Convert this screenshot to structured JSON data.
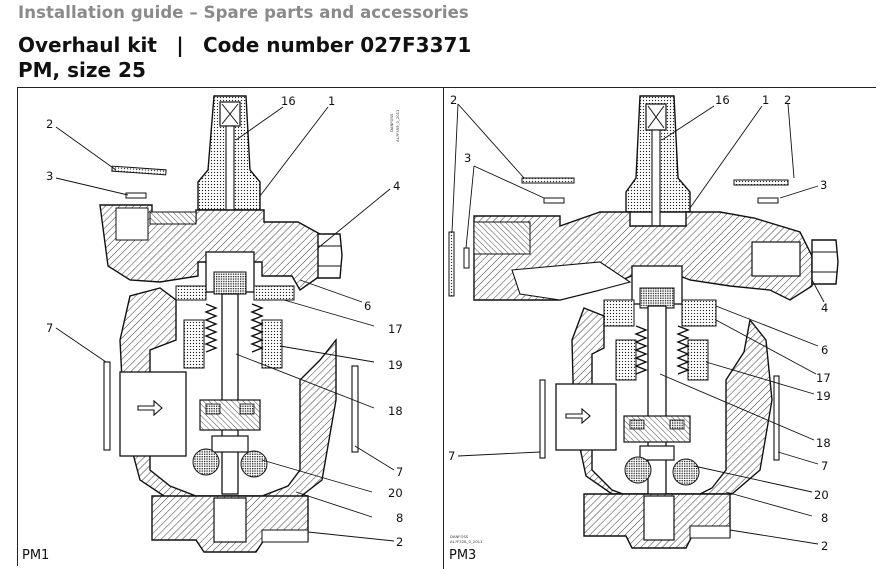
{
  "header": {
    "subtitle": "Installation guide – Spare parts and accessories",
    "title_left": "Overhaul kit",
    "separator": "|",
    "title_right": "Code number 027F3371",
    "title_line2": "PM, size 25"
  },
  "panels": [
    {
      "id": "PM1",
      "vertical_text": [
        "DANFOSS",
        "AL7F359_0_2011"
      ],
      "callouts": [
        "16",
        "1",
        "2",
        "3",
        "4",
        "6",
        "7",
        "17",
        "19",
        "18",
        "7",
        "20",
        "8",
        "2"
      ]
    },
    {
      "id": "PM3",
      "corner_text": [
        "DANFOSS",
        "AL7F328_0_2011"
      ],
      "callouts": [
        "2",
        "16",
        "1",
        "2",
        "3",
        "3",
        "4",
        "6",
        "17",
        "19",
        "18",
        "7",
        "7",
        "20",
        "8",
        "2"
      ]
    }
  ]
}
